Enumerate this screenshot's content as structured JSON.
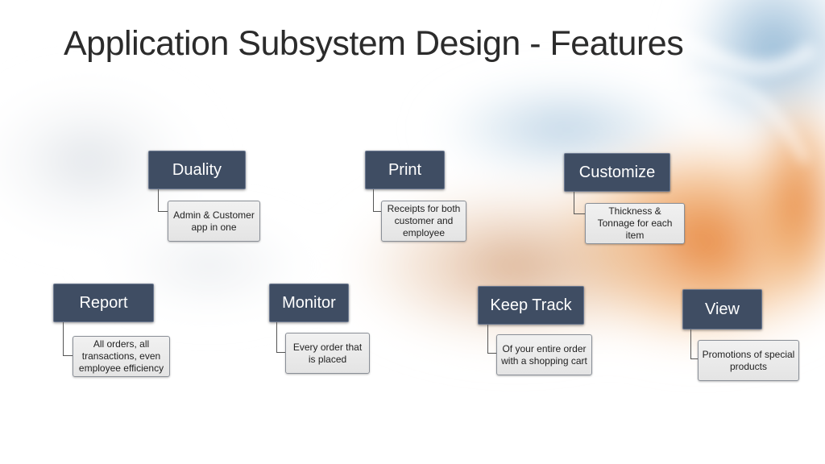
{
  "slide": {
    "title": "Application Subsystem Design - Features"
  },
  "features": [
    {
      "label": "Duality",
      "detail": "Admin & Customer app in one"
    },
    {
      "label": "Print",
      "detail": "Receipts for both customer and employee"
    },
    {
      "label": "Customize",
      "detail": "Thickness & Tonnage for each item"
    },
    {
      "label": "Report",
      "detail": "All orders, all transactions, even employee efficiency"
    },
    {
      "label": "Monitor",
      "detail": "Every order that is placed"
    },
    {
      "label": "Keep Track",
      "detail": "Of your entire order with a shopping cart"
    },
    {
      "label": "View",
      "detail": "Promotions of special products"
    }
  ],
  "colors": {
    "node_header": "#3f4d63",
    "node_header_text": "#ffffff",
    "child_fill": "#e9e9e9",
    "accent_orange": "#e0813a",
    "accent_blue": "#8fb6d6"
  }
}
